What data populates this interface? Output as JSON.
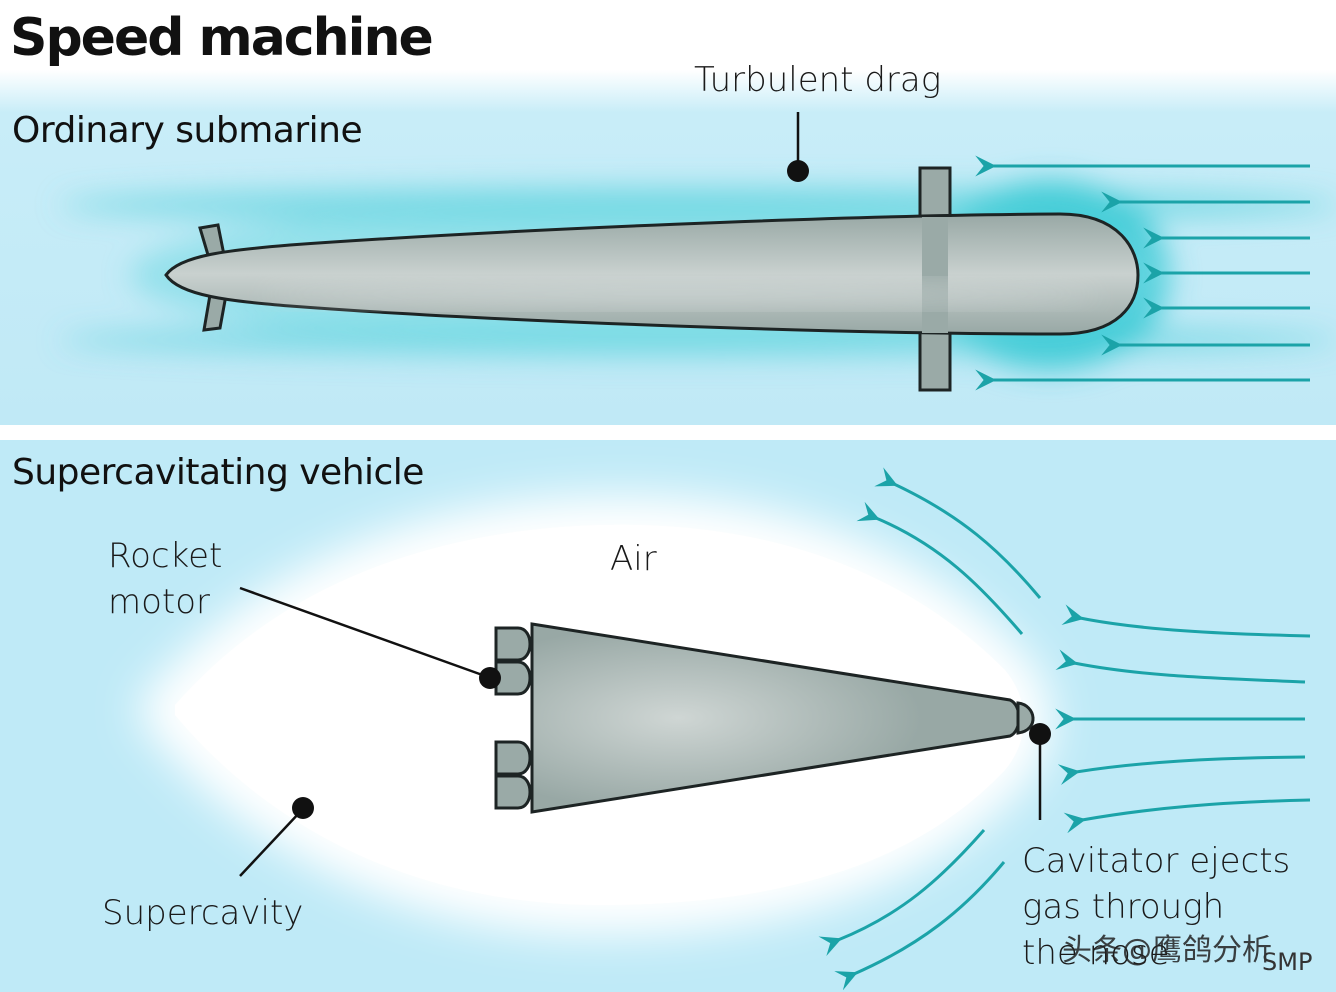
{
  "title": "Speed machine",
  "panel_top": {
    "title": "Ordinary submarine",
    "drag_label": "Turbulent drag"
  },
  "panel_bottom": {
    "title": "Supercavitating vehicle",
    "rocket_label": [
      "Rocket",
      "motor"
    ],
    "air_label": "Air",
    "supercavity_label": "Supercavity",
    "cavitator_label": [
      "Cavitator ejects",
      "gas through",
      "the nose"
    ]
  },
  "watermark": "头条@鹰鸽分析",
  "credit": "SMP",
  "colors": {
    "water": "#c3ebf7",
    "water_deep": "#9fe0ef",
    "turbulence": "#5fd3de",
    "hull": "#9aaaa7",
    "hull_stroke": "#1d2424",
    "arrow": "#1ba3a8"
  }
}
